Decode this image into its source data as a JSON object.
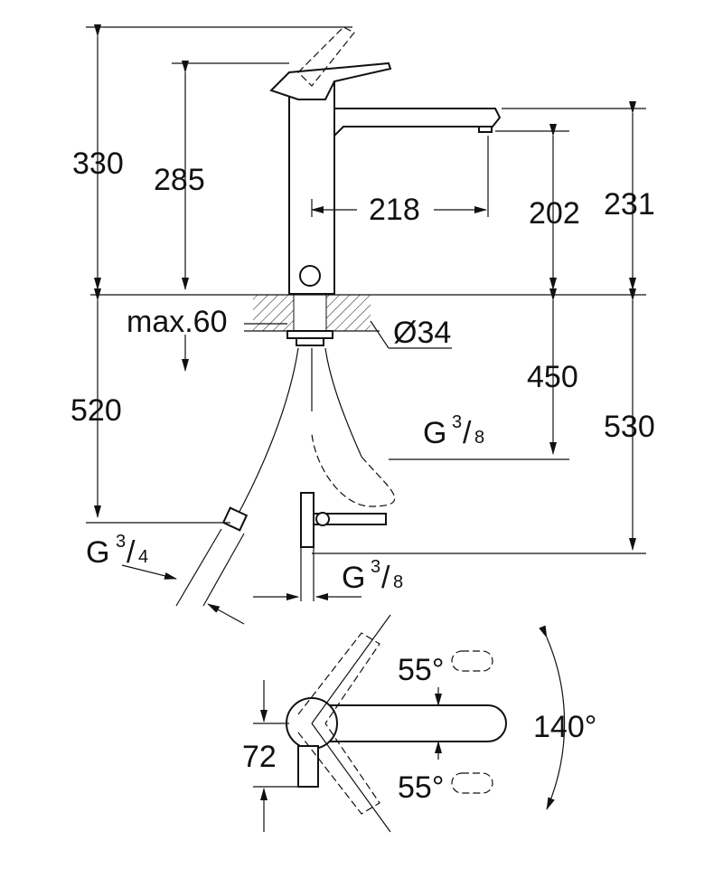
{
  "drawing": {
    "side_view": {
      "dim_total_height_lever_open": "330",
      "dim_lever_height": "285",
      "dim_spout_reach": "218",
      "dim_spout_outlet_height": "202",
      "dim_spout_top_height": "231",
      "dim_max_deck_thickness": "max.60",
      "dim_hole_diameter": "Ø34",
      "dim_hose_length_left": "520",
      "dim_hose_length_mid": "450",
      "dim_hose_length_right": "530",
      "thread_pullout_hose": {
        "base": "G",
        "num": "3",
        "den": "8"
      },
      "thread_supply_left": {
        "base": "G",
        "num": "3",
        "den": "4"
      },
      "thread_supply_bottom": {
        "base": "G",
        "num": "3",
        "den": "8"
      }
    },
    "top_view": {
      "angle_upper": "55°",
      "angle_lower": "55°",
      "angle_total": "140°",
      "dim_body_width": "72"
    }
  }
}
